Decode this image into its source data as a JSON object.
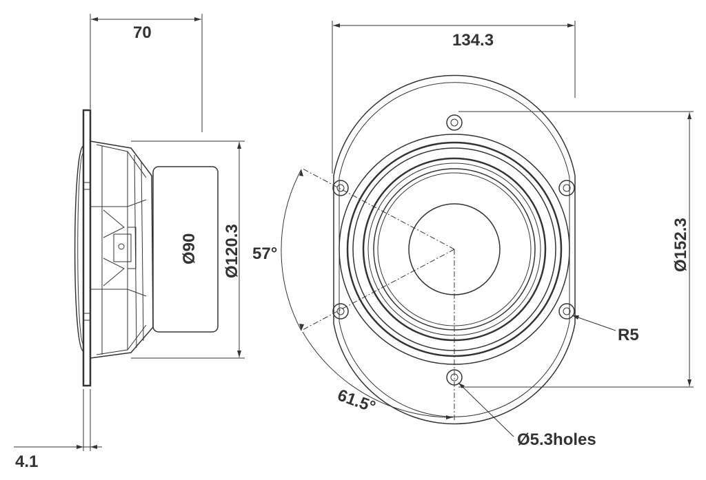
{
  "dimensions": {
    "depth": "70",
    "flange_thickness": "4.1",
    "magnet_diameter": "Ø90",
    "basket_diameter": "Ø120.3",
    "hole_spacing": "134.3",
    "outer_diameter": "Ø152.3",
    "angle_upper": "57°",
    "angle_lower": "61.5°",
    "corner_radius": "R5",
    "hole_note": "Ø5.3holes"
  },
  "colors": {
    "line": "#333333",
    "background": "#ffffff"
  }
}
